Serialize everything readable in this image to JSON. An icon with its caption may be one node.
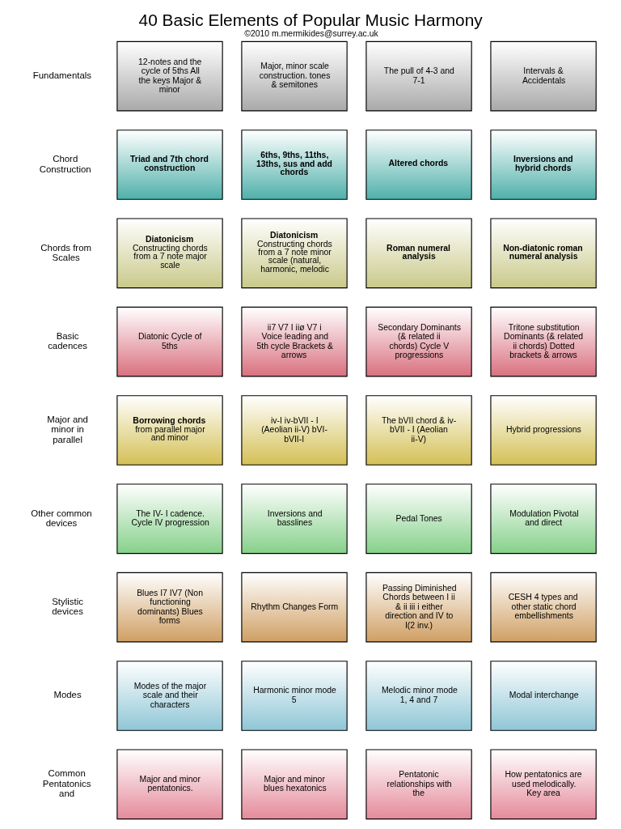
{
  "diagram": {
    "title": "40 Basic Elements of Popular Music Harmony",
    "caption": "©2010 m.mermikides@surrey.ac.uk",
    "nodes": [
      {
        "text": [
          "12-notes and the cycle of 5ths All the keys Major & minor"
        ]
      },
      {
        "text": [
          "Major, minor scale construction. tones & semitones"
        ]
      },
      {
        "text": [
          "The pull of 4-3 and 7-1"
        ]
      },
      {
        "text": [
          "Intervals & Accidentals"
        ]
      },
      {
        "text": [
          "Triad and 7th chord construction"
        ]
      },
      {
        "text": [
          "6ths, 9ths, 11ths, 13ths, sus and add chords"
        ]
      },
      {
        "text": [
          "Altered chords"
        ]
      },
      {
        "text": [
          "Inversions and hybrid chords"
        ]
      },
      {
        "text": [
          "Diatonicism",
          "Constructing chords from a 7 note major scale"
        ]
      },
      {
        "text": [
          "Diatonicism",
          "Constructing chords from a 7 note minor scale (natural, harmonic, melodic"
        ]
      },
      {
        "text": [
          "Roman numeral analysis"
        ]
      },
      {
        "text": [
          "Non-diatonic roman numeral analysis"
        ]
      },
      {
        "text": [
          "Diatonic Cycle of 5ths"
        ]
      },
      {
        "text": [
          "ii7 V7 I iiø V7 i Voice leading and 5th cycle Brackets & arrows"
        ]
      },
      {
        "text": [
          "Secondary Dominants (& related ii chords) Cycle V progressions"
        ]
      },
      {
        "text": [
          "Tritone substitution Dominants (& related ii chords) Dotted brackets & arrows"
        ]
      },
      {
        "text": [
          "Borrowing chords",
          "from parallel major and minor"
        ]
      },
      {
        "text": [
          "iv-I iv-bVII - I (Aeolian ii-V) bVI-bVII-I"
        ]
      },
      {
        "text": [
          "The bVII chord & iv-bVII - I (Aeolian ii-V)"
        ]
      },
      {
        "text": [
          "Hybrid progressions"
        ]
      },
      {
        "text": [
          "The IV- I cadence. Cycle IV progression"
        ]
      },
      {
        "text": [
          "Inversions and basslines"
        ]
      },
      {
        "text": [
          "Pedal Tones"
        ]
      },
      {
        "text": [
          "Modulation Pivotal and direct"
        ]
      },
      {
        "text": [
          "Blues I7 IV7 (Non functioning dominants) Blues forms"
        ]
      },
      {
        "text": [
          "Rhythm Changes Form"
        ]
      },
      {
        "text": [
          "Passing Diminished Chords between I ii & ii iii i either direction and IV to I(2 inv.)"
        ]
      },
      {
        "text": [
          "CESH 4 types and other static chord embellishments"
        ]
      },
      {
        "text": [
          "Modes of the major scale and their characters"
        ]
      },
      {
        "text": [
          "Harmonic minor mode 5"
        ]
      },
      {
        "text": [
          "Melodic minor mode 1, 4 and 7"
        ]
      },
      {
        "text": [
          "Modal interchange"
        ]
      },
      {
        "text": [
          "Major and minor pentatonics."
        ]
      },
      {
        "text": [
          "Major and minor blues hexatonics"
        ]
      },
      {
        "text": [
          "Pentatonic relationships with the"
        ]
      },
      {
        "text": [
          "How pentatonics are used melodically. Key area"
        ]
      }
    ],
    "edges": [],
    "labels": [
      "Fundamentals",
      "Chord Construction",
      "Chords from Scales",
      "Basic cadences",
      "Major and minor in parallel",
      "Other common devices",
      "Stylistic devices",
      "Modes",
      "Common Pentatonics and"
    ]
  }
}
